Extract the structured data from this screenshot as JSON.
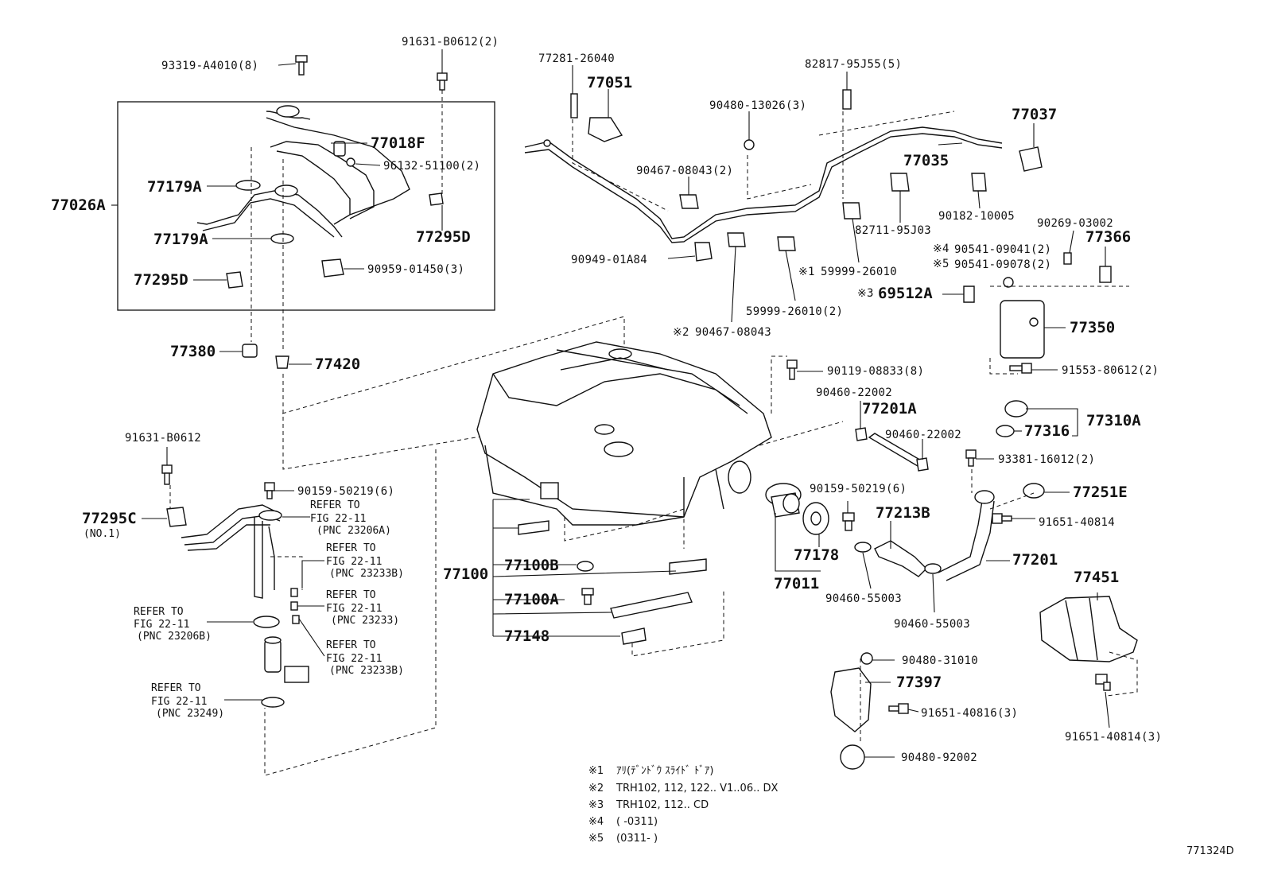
{
  "diagram_id": "771324D",
  "labels": {
    "p93319": "93319-A4010(8)",
    "p91631_top": "91631-B0612(2)",
    "p77281": "77281-26040",
    "p77051": "77051",
    "p82817": "82817-95J55(5)",
    "p90480_13026": "90480-13026(3)",
    "p77037": "77037",
    "p77035": "77035",
    "p77018F": "77018F",
    "p96132": "96132-51100(2)",
    "p77026A": "77026A",
    "p77179A_1": "77179A",
    "p77179A_2": "77179A",
    "p77295D_1": "77295D",
    "p77295D_2": "77295D",
    "p90959": "90959-01450(3)",
    "p90467_08043_2": "90467-08043(2)",
    "p90949": "90949-01A84",
    "p90467_08043": "90467-08043",
    "p59999_a": "59999-26010",
    "p59999_b": "59999-26010(2)",
    "p82711": "82711-95J03",
    "p90182": "90182-10005",
    "p90269": "90269-03002",
    "p77366": "77366",
    "p90541_a": "90541-09041(2)",
    "p90541_b": "90541-09078(2)",
    "p69512A": "69512A",
    "p77350": "77350",
    "p91553": "91553-80612(2)",
    "p77380": "77380",
    "p77420": "77420",
    "p90119": "90119-08833(8)",
    "p90460_22002_a": "90460-22002",
    "p77201A": "77201A",
    "p90460_22002_b": "90460-22002",
    "p77310A": "77310A",
    "p77316": "77316",
    "p93381": "93381-16012(2)",
    "p77251E": "77251E",
    "p91651_40814": "91651-40814",
    "p90159_b": "90159-50219(6)",
    "p77213B": "77213B",
    "p77178": "77178",
    "p77011": "77011",
    "p77201": "77201",
    "p90460_55003_a": "90460-55003",
    "p90460_55003_b": "90460-55003",
    "p77451": "77451",
    "p91631_left": "91631-B0612",
    "p90159_a": "90159-50219(6)",
    "p77295C": "77295C",
    "p77295C_sub": "(NO.1)",
    "p77100": "77100",
    "p77100B": "77100B",
    "p77100A": "77100A",
    "p77148": "77148",
    "p90480_31010": "90480-31010",
    "p77397": "77397",
    "p91651_40816": "91651-40816(3)",
    "p90480_92002": "90480-92002",
    "p91651_40814_3": "91651-40814(3)"
  },
  "marks": {
    "m1": "※1",
    "m2": "※2",
    "m3": "※3",
    "m4": "※4",
    "m5": "※5"
  },
  "refs": [
    {
      "l1": "REFER TO",
      "l2": "FIG 22-11",
      "l3": "(PNC 23206A)"
    },
    {
      "l1": "REFER TO",
      "l2": "FIG 22-11",
      "l3": "(PNC 23233B)"
    },
    {
      "l1": "REFER TO",
      "l2": "FIG 22-11",
      "l3": "(PNC 23233)"
    },
    {
      "l1": "REFER TO",
      "l2": "FIG 22-11",
      "l3": "(PNC 23206B)"
    },
    {
      "l1": "REFER TO",
      "l2": "FIG 22-11",
      "l3": "(PNC 23233B)"
    },
    {
      "l1": "REFER TO",
      "l2": "FIG 22-11",
      "l3": "(PNC 23249)"
    }
  ],
  "notes": [
    {
      "mark": "※1",
      "text": "ｱﾘ(ﾃﾞﾝﾄﾞｳ ｽﾗｲﾄﾞ ﾄﾞｱ)"
    },
    {
      "mark": "※2",
      "text": "TRH102, 112, 122.. V1..06.. DX"
    },
    {
      "mark": "※3",
      "text": "TRH102, 112.. CD"
    },
    {
      "mark": "※4",
      "text": "(       -0311)"
    },
    {
      "mark": "※5",
      "text": "(0311-       )"
    }
  ]
}
